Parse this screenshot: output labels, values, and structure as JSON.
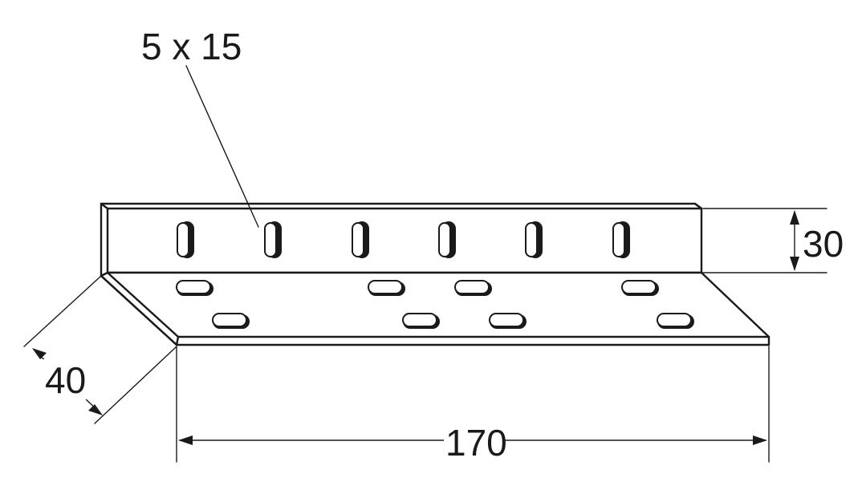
{
  "annotations": {
    "slot_size": "5 x 15",
    "height_dim": "30",
    "depth_dim": "40",
    "length_dim": "170"
  },
  "colors": {
    "line": "#1a1a1a",
    "background": "#ffffff"
  }
}
